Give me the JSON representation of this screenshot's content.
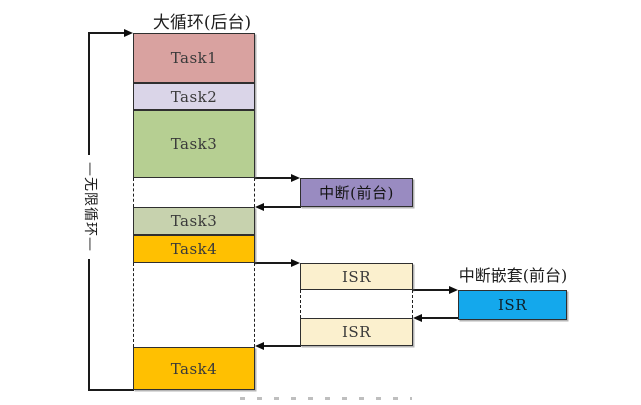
{
  "diagram": {
    "background_title": "大循环(后台)",
    "infinite_loop_label": "—无限循环—",
    "nested_title": "中断嵌套(前台)",
    "segments": [
      {
        "label": "Task1"
      },
      {
        "label": "Task2"
      },
      {
        "label": "Task3"
      },
      {
        "label": "Task3"
      },
      {
        "label": "Task4"
      },
      {
        "label": "Task4"
      }
    ],
    "interrupt_box": {
      "label": "中断(前台)"
    },
    "isr_boxes": [
      {
        "label": "ISR"
      },
      {
        "label": "ISR"
      }
    ],
    "nested_isr_box": {
      "label": "ISR"
    },
    "colors": {
      "task1": "#d9a2a0",
      "task2": "#dad5e8",
      "task3_first": "#b6cf92",
      "task3_second": "#c7d2ae",
      "task4": "#ffc001",
      "interrupt": "#998bc1",
      "isr": "#fbf0ce",
      "nested_isr": "#14a8ec",
      "line": "#1a1a1a"
    }
  }
}
